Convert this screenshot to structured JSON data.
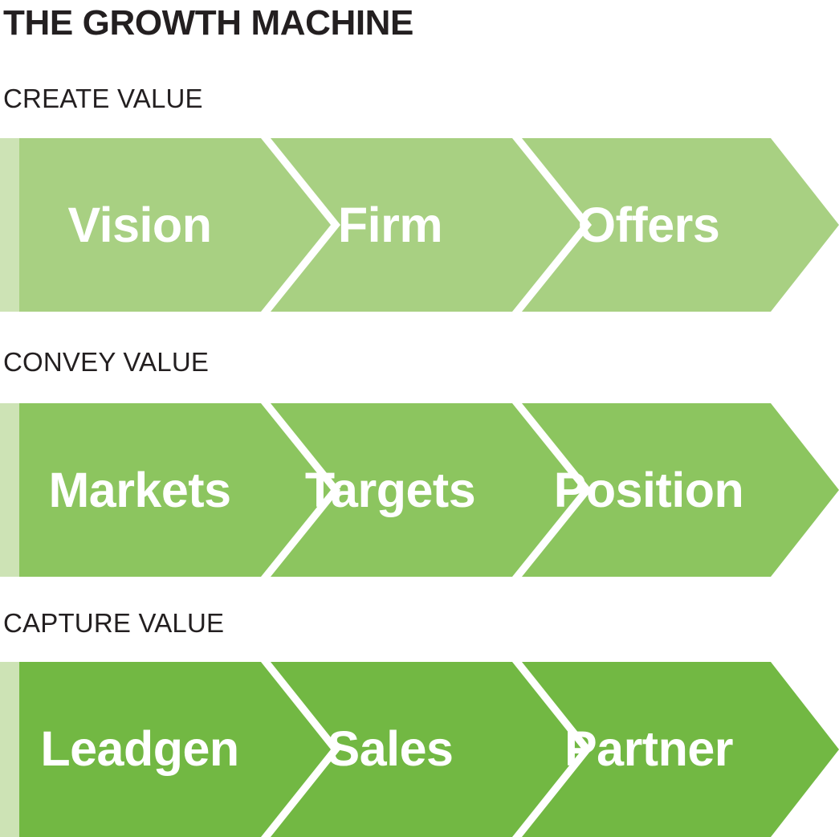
{
  "title": "THE GROWTH MACHINE",
  "colors": {
    "title_text": "#231f20",
    "label_text": "#231f20",
    "segment_text": "#ffffff",
    "background": "#ffffff",
    "row1_fill": "#a8d082",
    "row1_cap": "#cde3b5",
    "row2_fill": "#8cc55f",
    "row2_cap": "#cde3b5",
    "row3_fill": "#72b843",
    "row3_cap": "#cde3b5"
  },
  "rows": [
    {
      "label": "CREATE VALUE",
      "fill": "#a8d082",
      "cap_fill": "#cde3b5",
      "segments": [
        {
          "label": "Vision"
        },
        {
          "label": "Firm"
        },
        {
          "label": "Offers"
        }
      ]
    },
    {
      "label": "CONVEY VALUE",
      "fill": "#8cc55f",
      "cap_fill": "#cde3b5",
      "segments": [
        {
          "label": "Markets"
        },
        {
          "label": "Targets"
        },
        {
          "label": "Position"
        }
      ]
    },
    {
      "label": "CAPTURE VALUE",
      "fill": "#72b843",
      "cap_fill": "#cde3b5",
      "segments": [
        {
          "label": "Leadgen"
        },
        {
          "label": "Sales"
        },
        {
          "label": "Partner"
        }
      ]
    }
  ]
}
